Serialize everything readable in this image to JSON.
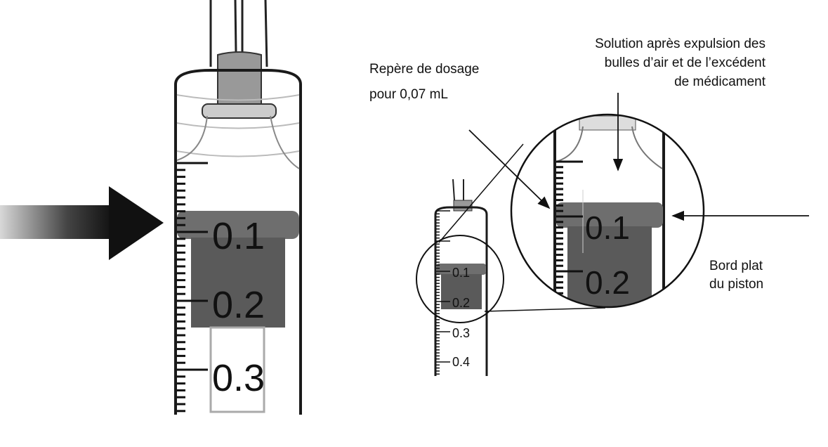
{
  "left_syringe": {
    "scale_labels": [
      "0.1",
      "0.2",
      "0.3"
    ]
  },
  "right_syringe": {
    "scale_labels": [
      "0.1",
      "0.2",
      "0.3",
      "0.4"
    ],
    "magnified_labels": [
      "0.1",
      "0.2"
    ]
  },
  "annotations": {
    "dose_mark_line1": "Repère de dosage",
    "dose_mark_line2": "pour 0,07 mL",
    "solution_line1": "Solution après expulsion des",
    "solution_line2": "bulles d’air et de l’excédent",
    "solution_line3": "de médicament",
    "piston_line1": "Bord plat",
    "piston_line2": "du piston"
  },
  "colors": {
    "stopper": "#5a5a5a",
    "stopper_band": "#6e6e6e",
    "barrel_line": "#1a1a1a"
  }
}
